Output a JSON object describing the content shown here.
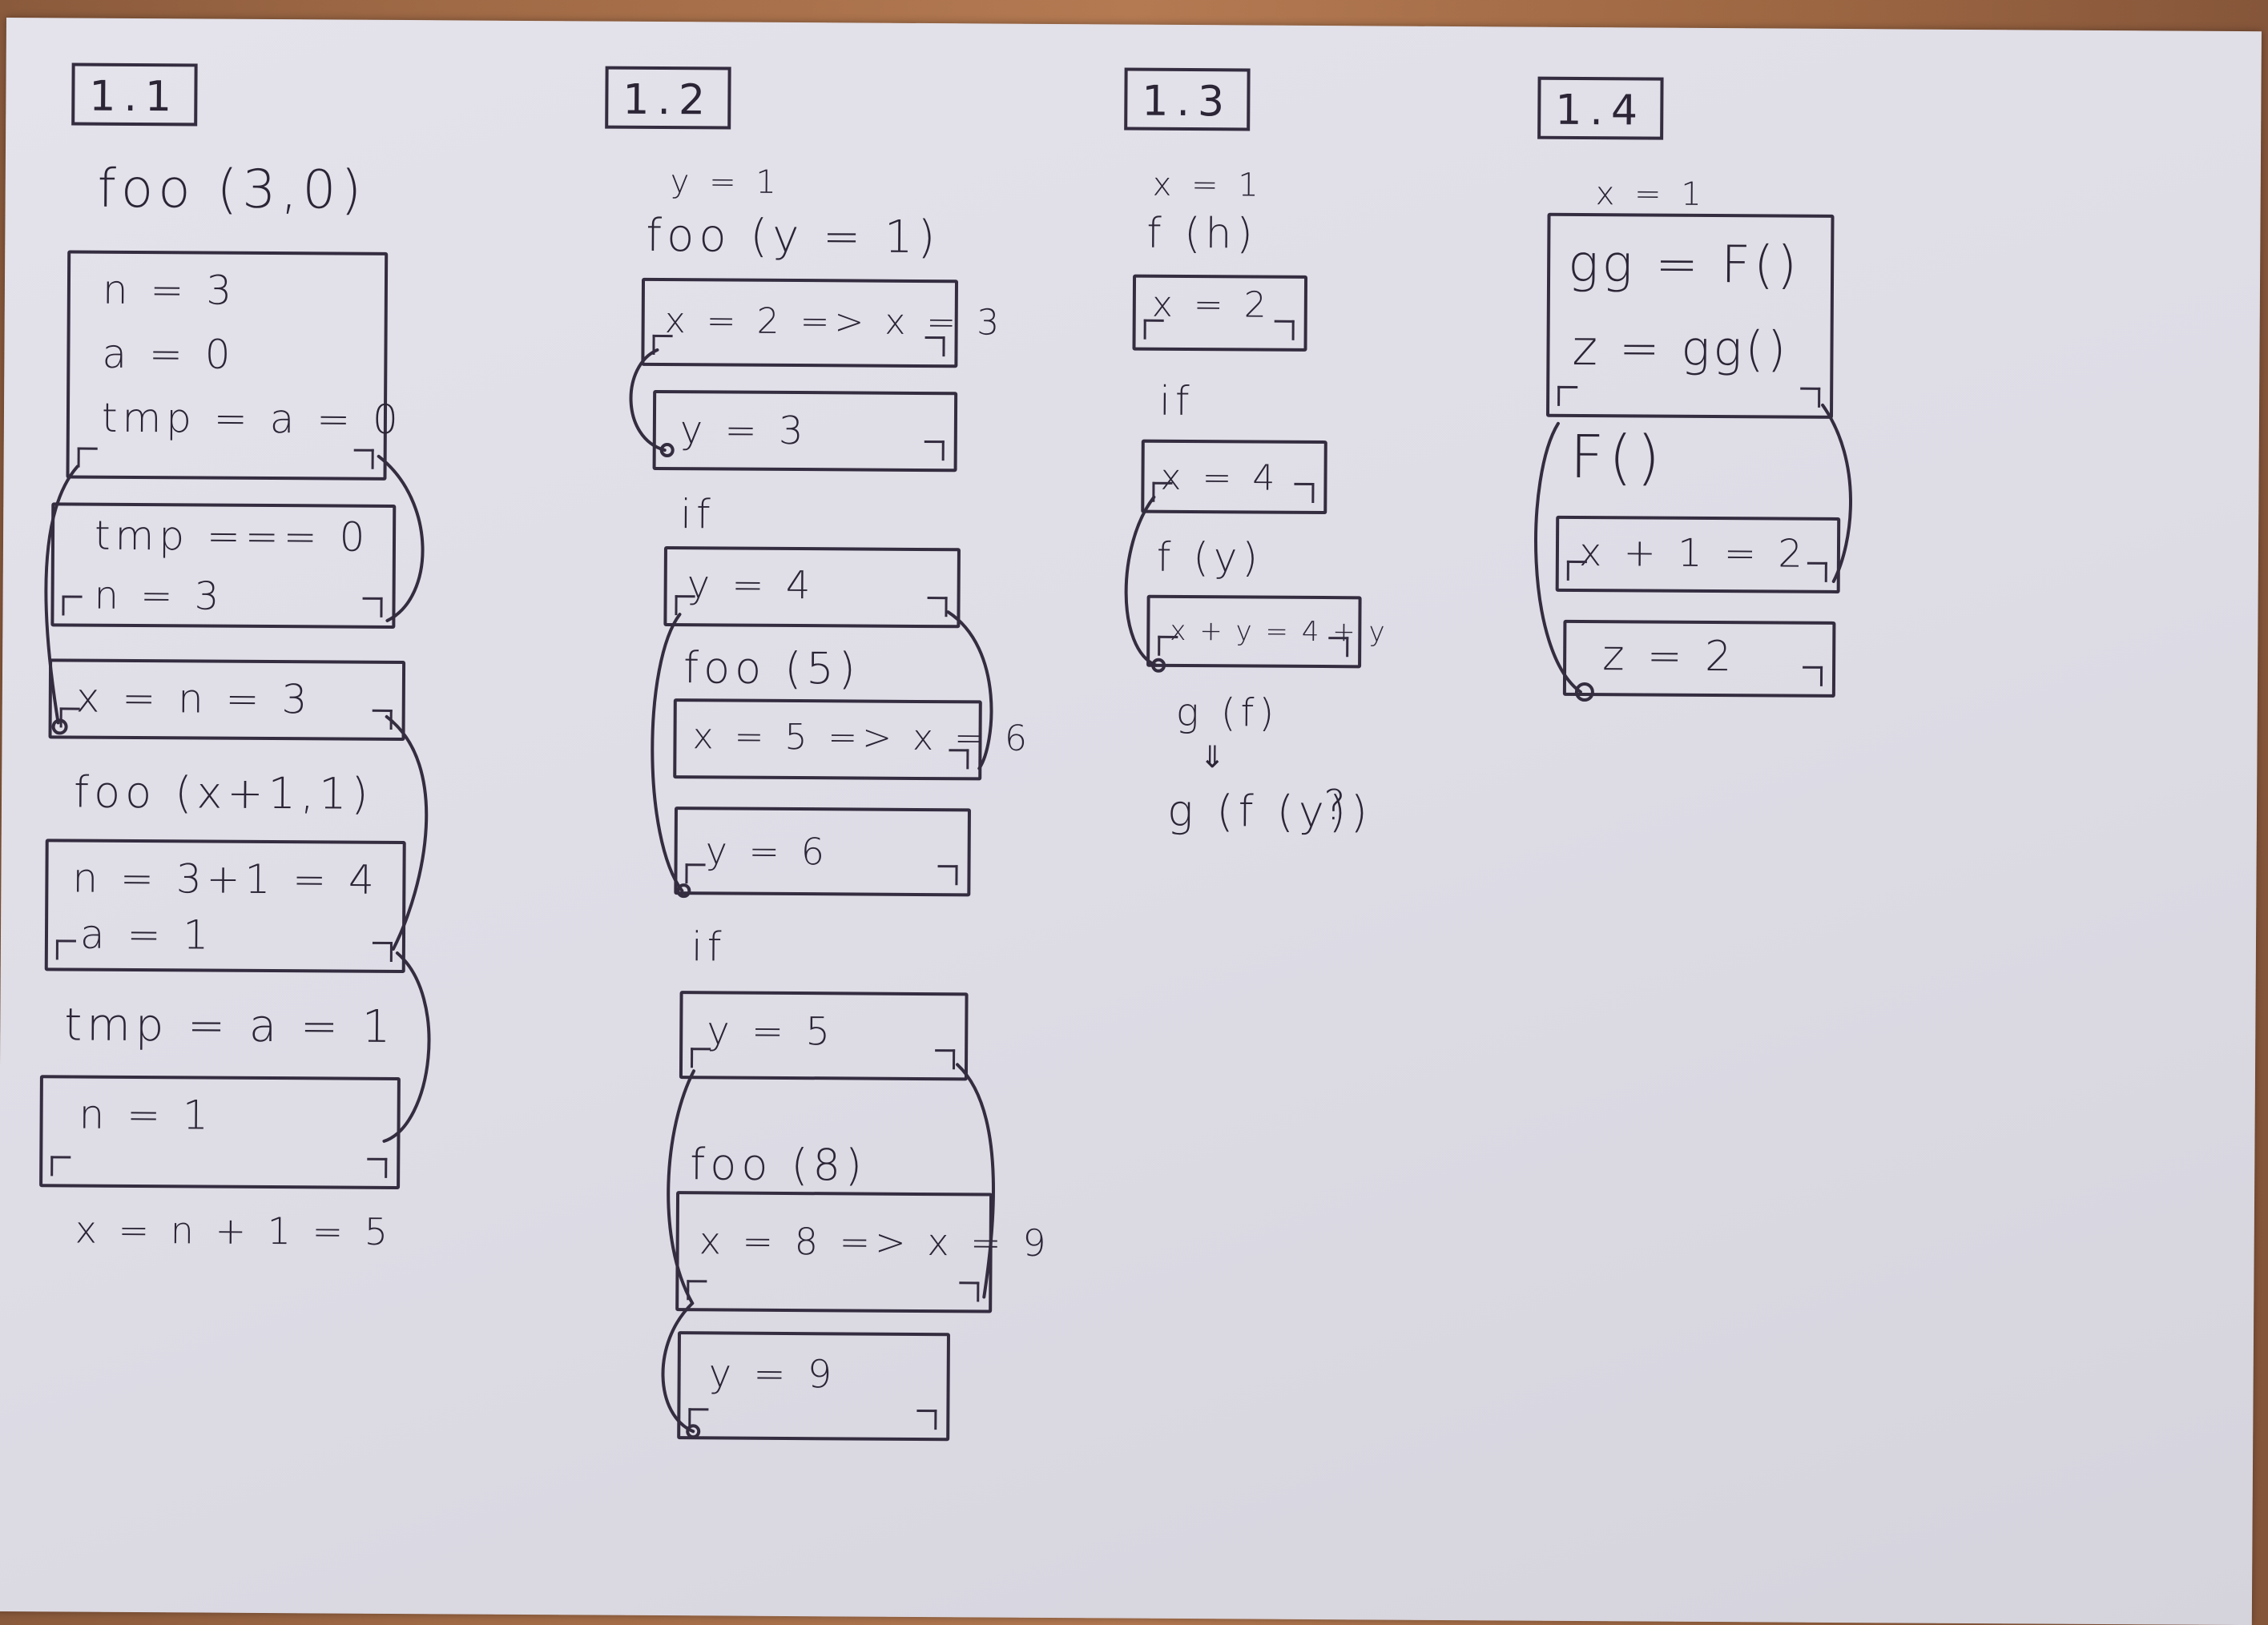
{
  "sections": {
    "s1": {
      "label": "1.1",
      "call": "foo (3,0)",
      "frame_a": [
        "n = 3",
        "a = 0",
        "tmp = a = 0"
      ],
      "frame_b": [
        "tmp === 0",
        "n = 3"
      ],
      "frame_c": [
        "x = n = 3"
      ],
      "call2": "foo (x+1,1)",
      "frame_d": [
        "n = 3+1 = 4",
        "a = 1"
      ],
      "tmp2": "tmp = a = 1",
      "frame_e": [
        "n = 1"
      ],
      "result": "x = n + 1 = 5"
    },
    "s2": {
      "label": "1.2",
      "assign": "y = 1",
      "call": "foo (y = 1)",
      "frame_a": "x = 2 => x = 3",
      "frame_b": "y = 3",
      "if1": "if",
      "frame_c": "y = 4",
      "call2": "foo (5)",
      "frame_d": "x = 5 => x = 6",
      "frame_e": "y = 6",
      "if2": "if",
      "frame_f": "y = 5",
      "call3": "foo (8)",
      "frame_g": "x = 8 => x = 9",
      "frame_h": "y = 9"
    },
    "s3": {
      "label": "1.3",
      "assign": "x = 1",
      "call": "f (h)",
      "frame_a": "x = 2",
      "if1": "if",
      "frame_b": "x = 4",
      "call2": "f (y)",
      "frame_c": "x + y = 4 + y",
      "compose": "g (f)",
      "arrow": "⇓",
      "compose2": "g (f (y))",
      "question": "?"
    },
    "s4": {
      "label": "1.4",
      "assign": "x = 1",
      "frame_a": [
        "gg = F()",
        "z = gg()"
      ],
      "call": "F()",
      "frame_b": "x + 1 = 2",
      "frame_c": "z = 2"
    }
  }
}
